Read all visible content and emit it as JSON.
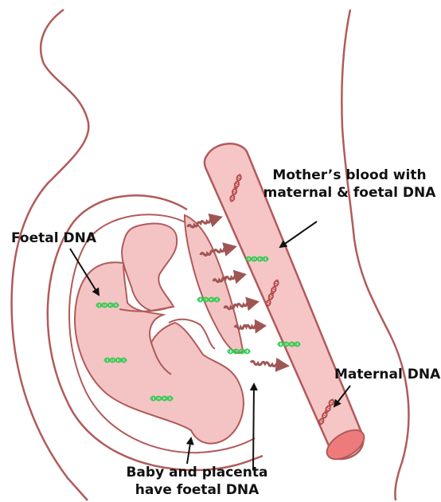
{
  "labels": {
    "foetal_dna": "Foetal DNA",
    "mothers_blood_line1": "Mother’s blood with",
    "mothers_blood_line2": "maternal & foetal DNA",
    "maternal_dna": "Maternal DNA",
    "baby_placenta_line1": "Baby and placenta",
    "baby_placenta_line2": "have foetal DNA"
  },
  "colors": {
    "outline": "#b25a5a",
    "tissue_fill": "#f4c4c4",
    "vessel_fill": "#f6c6c6",
    "vessel_end": "#ee7b7b",
    "foetal_dna": "#33cc55",
    "maternal_dna": "#b84a4a",
    "transfer_arrow": "#a05555",
    "text": "#111111"
  },
  "icons": {
    "foetal_dna": "dna-helix-icon-green",
    "maternal_dna": "dna-helix-icon-red",
    "transfer": "wavy-arrow-icon",
    "pointer": "black-arrow"
  }
}
